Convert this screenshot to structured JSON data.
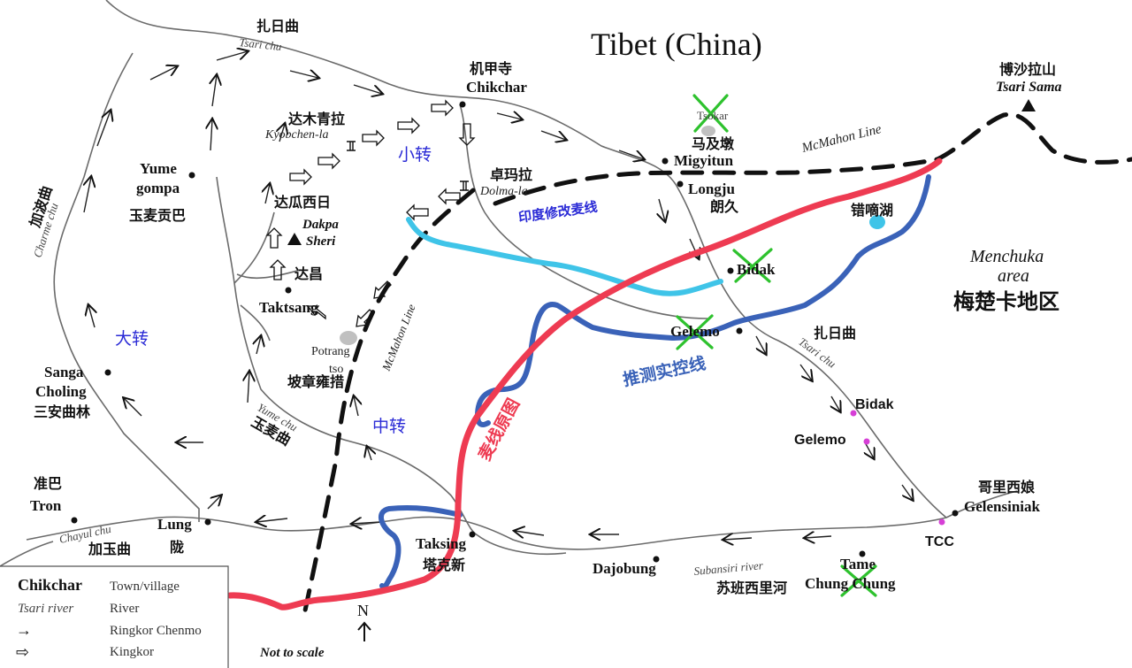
{
  "map": {
    "title": "Tibet (China)",
    "north_label": "N",
    "scale_note": "Not to scale",
    "legend": {
      "rows": [
        {
          "sample": "Chikchar",
          "desc": "Town/village"
        },
        {
          "sample": "Tsari river",
          "desc": "River"
        },
        {
          "sample": "→",
          "desc": "Ringkor Chenmo"
        },
        {
          "sample": "⇨",
          "desc": "Kingkor"
        }
      ]
    },
    "lines": {
      "mcmahon_top": "McMahon Line",
      "mcmahon_mid": "McMahon Line",
      "red_label": "麦线原图",
      "blue_label": "推测实控线",
      "cyan_label": "印度修改麦线"
    },
    "routes": {
      "small": "小转",
      "middle": "中转",
      "big": "大转"
    },
    "rivers": {
      "tsari_top_cn": "扎日曲",
      "tsari_top_en": "Tsari chu",
      "tsari_right_cn": "扎日曲",
      "tsari_right_en": "Tsari chu",
      "charme_cn": "加波曲",
      "charme_en": "Charme chu",
      "yume_cn": "玉麦曲",
      "yume_en": "Yume chu",
      "chayul_en": "Chayul chu",
      "chayul_cn": "加玉曲",
      "subansiri_en": "Subansiri river",
      "subansiri_cn": "苏班西里河"
    },
    "places": {
      "chikchar_cn": "机甲寺",
      "chikchar_en": "Chikchar",
      "tsari_sama_cn": "博沙拉山",
      "tsari_sama_en": "Tsari Sama",
      "tsokar": "Tsokar",
      "migyitun_cn": "马及墩",
      "migyitun_en": "Migyitun",
      "longju_en": "Longju",
      "longju_cn": "朗久",
      "kyobchen_cn": "达木青拉",
      "kyobchen_en": "Kyobchen-la",
      "dolma_cn": "卓玛拉",
      "dolma_en": "Dolma-la",
      "yume_en_1": "Yume",
      "yume_en_2": "gompa",
      "yume_cn": "玉麦贡巴",
      "dakpa_cn": "达瓜西日",
      "dakpa_en_1": "Dakpa",
      "dakpa_en_2": "Sheri",
      "taktsang_cn": "达昌",
      "taktsang_en": "Taktsang",
      "potrang_en_1": "Potrang",
      "potrang_en_2": "tso",
      "potrang_cn": "坡章雍措",
      "tsona_lake_cn": "错嘀湖",
      "bidak_1": "Bidak",
      "gelemo_1": "Gelemo",
      "bidak_2": "Bidak",
      "gelemo_2": "Gelemo",
      "menchuka_en_1": "Menchuka",
      "menchuka_en_2": "area",
      "menchuka_cn": "梅楚卡地区",
      "sanga_en_1": "Sanga",
      "sanga_en_2": "Choling",
      "sanga_cn": "三安曲林",
      "tron_cn": "准巴",
      "tron_en": "Tron",
      "lung_en": "Lung",
      "lung_cn": "陇",
      "taksing_en": "Taksing",
      "taksing_cn": "塔克新",
      "dajobung": "Dajobung",
      "gelensiniak_cn": "哥里西娘",
      "gelensiniak_en": "Gelensiniak",
      "tcc": "TCC",
      "tame_1": "Tame",
      "tame_2": "Chung Chung"
    },
    "colors": {
      "red_line": "#ee3b52",
      "blue_line": "#3a62b8",
      "cyan_line": "#3fc4e8",
      "route_label": "#2b2bd6",
      "cross": "#2ec22e",
      "lake": "#3fc4e8",
      "pink_dot": "#d63fd6"
    }
  }
}
